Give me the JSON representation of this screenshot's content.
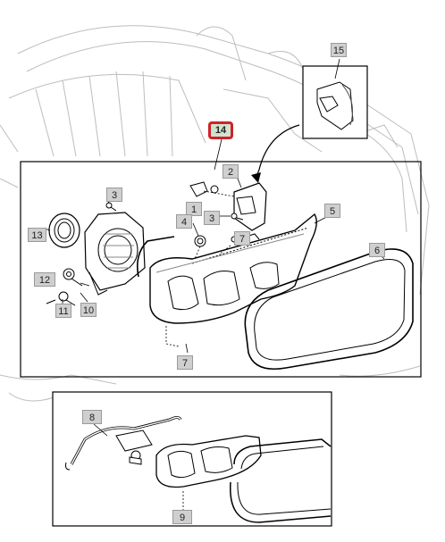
{
  "diagram": {
    "callouts": [
      {
        "id": "c1",
        "label": "1"
      },
      {
        "id": "c2",
        "label": "2"
      },
      {
        "id": "c3a",
        "label": "3"
      },
      {
        "id": "c3b",
        "label": "3"
      },
      {
        "id": "c4",
        "label": "4"
      },
      {
        "id": "c5",
        "label": "5"
      },
      {
        "id": "c6",
        "label": "6"
      },
      {
        "id": "c7a",
        "label": "7"
      },
      {
        "id": "c7b",
        "label": "7"
      },
      {
        "id": "c8",
        "label": "8"
      },
      {
        "id": "c9",
        "label": "9"
      },
      {
        "id": "c10",
        "label": "10"
      },
      {
        "id": "c11",
        "label": "11"
      },
      {
        "id": "c12",
        "label": "12"
      },
      {
        "id": "c13",
        "label": "13"
      },
      {
        "id": "c14",
        "label": "14",
        "highlighted": true
      },
      {
        "id": "c15",
        "label": "15"
      }
    ],
    "colors": {
      "highlight_border": "#d0222a",
      "highlight_fill": "#cfe3cf",
      "callout_fill": "#cfcfcf",
      "line": "#000000",
      "sketch": "#b8b8b8"
    }
  }
}
